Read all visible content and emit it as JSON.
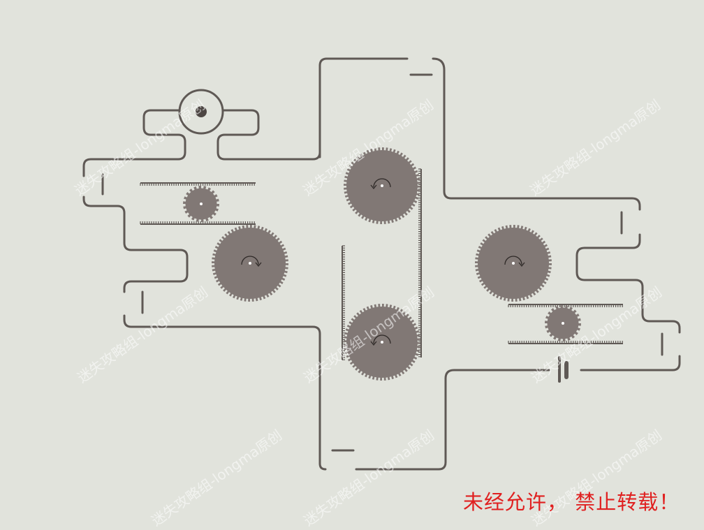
{
  "colors": {
    "background": "#e1e3dc",
    "track": "#5f5955",
    "gear_fill": "#817875",
    "gear_dark": "#4d4643",
    "notice": "#e02020"
  },
  "watermark_text": "迷失攻略组-longma原创",
  "notice_text": "未经允许， 禁止转载！",
  "icons": {
    "gear_rotation": "clockwise-arrow-icon",
    "power_source": "battery-icon",
    "goal": "target-ring-icon"
  },
  "gears": [
    {
      "id": "gear-left-small",
      "teeth": 22,
      "rotation": "none"
    },
    {
      "id": "gear-left-large",
      "teeth": 60,
      "rotation": "clockwise"
    },
    {
      "id": "gear-center-top",
      "teeth": 60,
      "rotation": "counterclockwise"
    },
    {
      "id": "gear-center-bottom",
      "teeth": 60,
      "rotation": "counterclockwise"
    },
    {
      "id": "gear-right-large",
      "teeth": 60,
      "rotation": "clockwise"
    },
    {
      "id": "gear-right-small",
      "teeth": 22,
      "rotation": "none"
    }
  ]
}
